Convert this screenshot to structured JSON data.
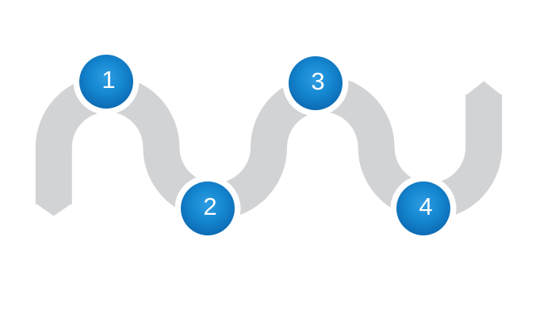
{
  "diagram": {
    "title": "four-step wave process diagram",
    "background_color": "#ffffff",
    "path_color": "#d2d3d5",
    "node_text_color": "#ffffff",
    "node_gradient": {
      "center": "#2f9de2",
      "mid": "#1588d2",
      "edge": "#0a63ab"
    },
    "steps": [
      {
        "label": "1",
        "position": "top"
      },
      {
        "label": "2",
        "position": "bottom"
      },
      {
        "label": "3",
        "position": "top"
      },
      {
        "label": "4",
        "position": "bottom"
      }
    ]
  }
}
